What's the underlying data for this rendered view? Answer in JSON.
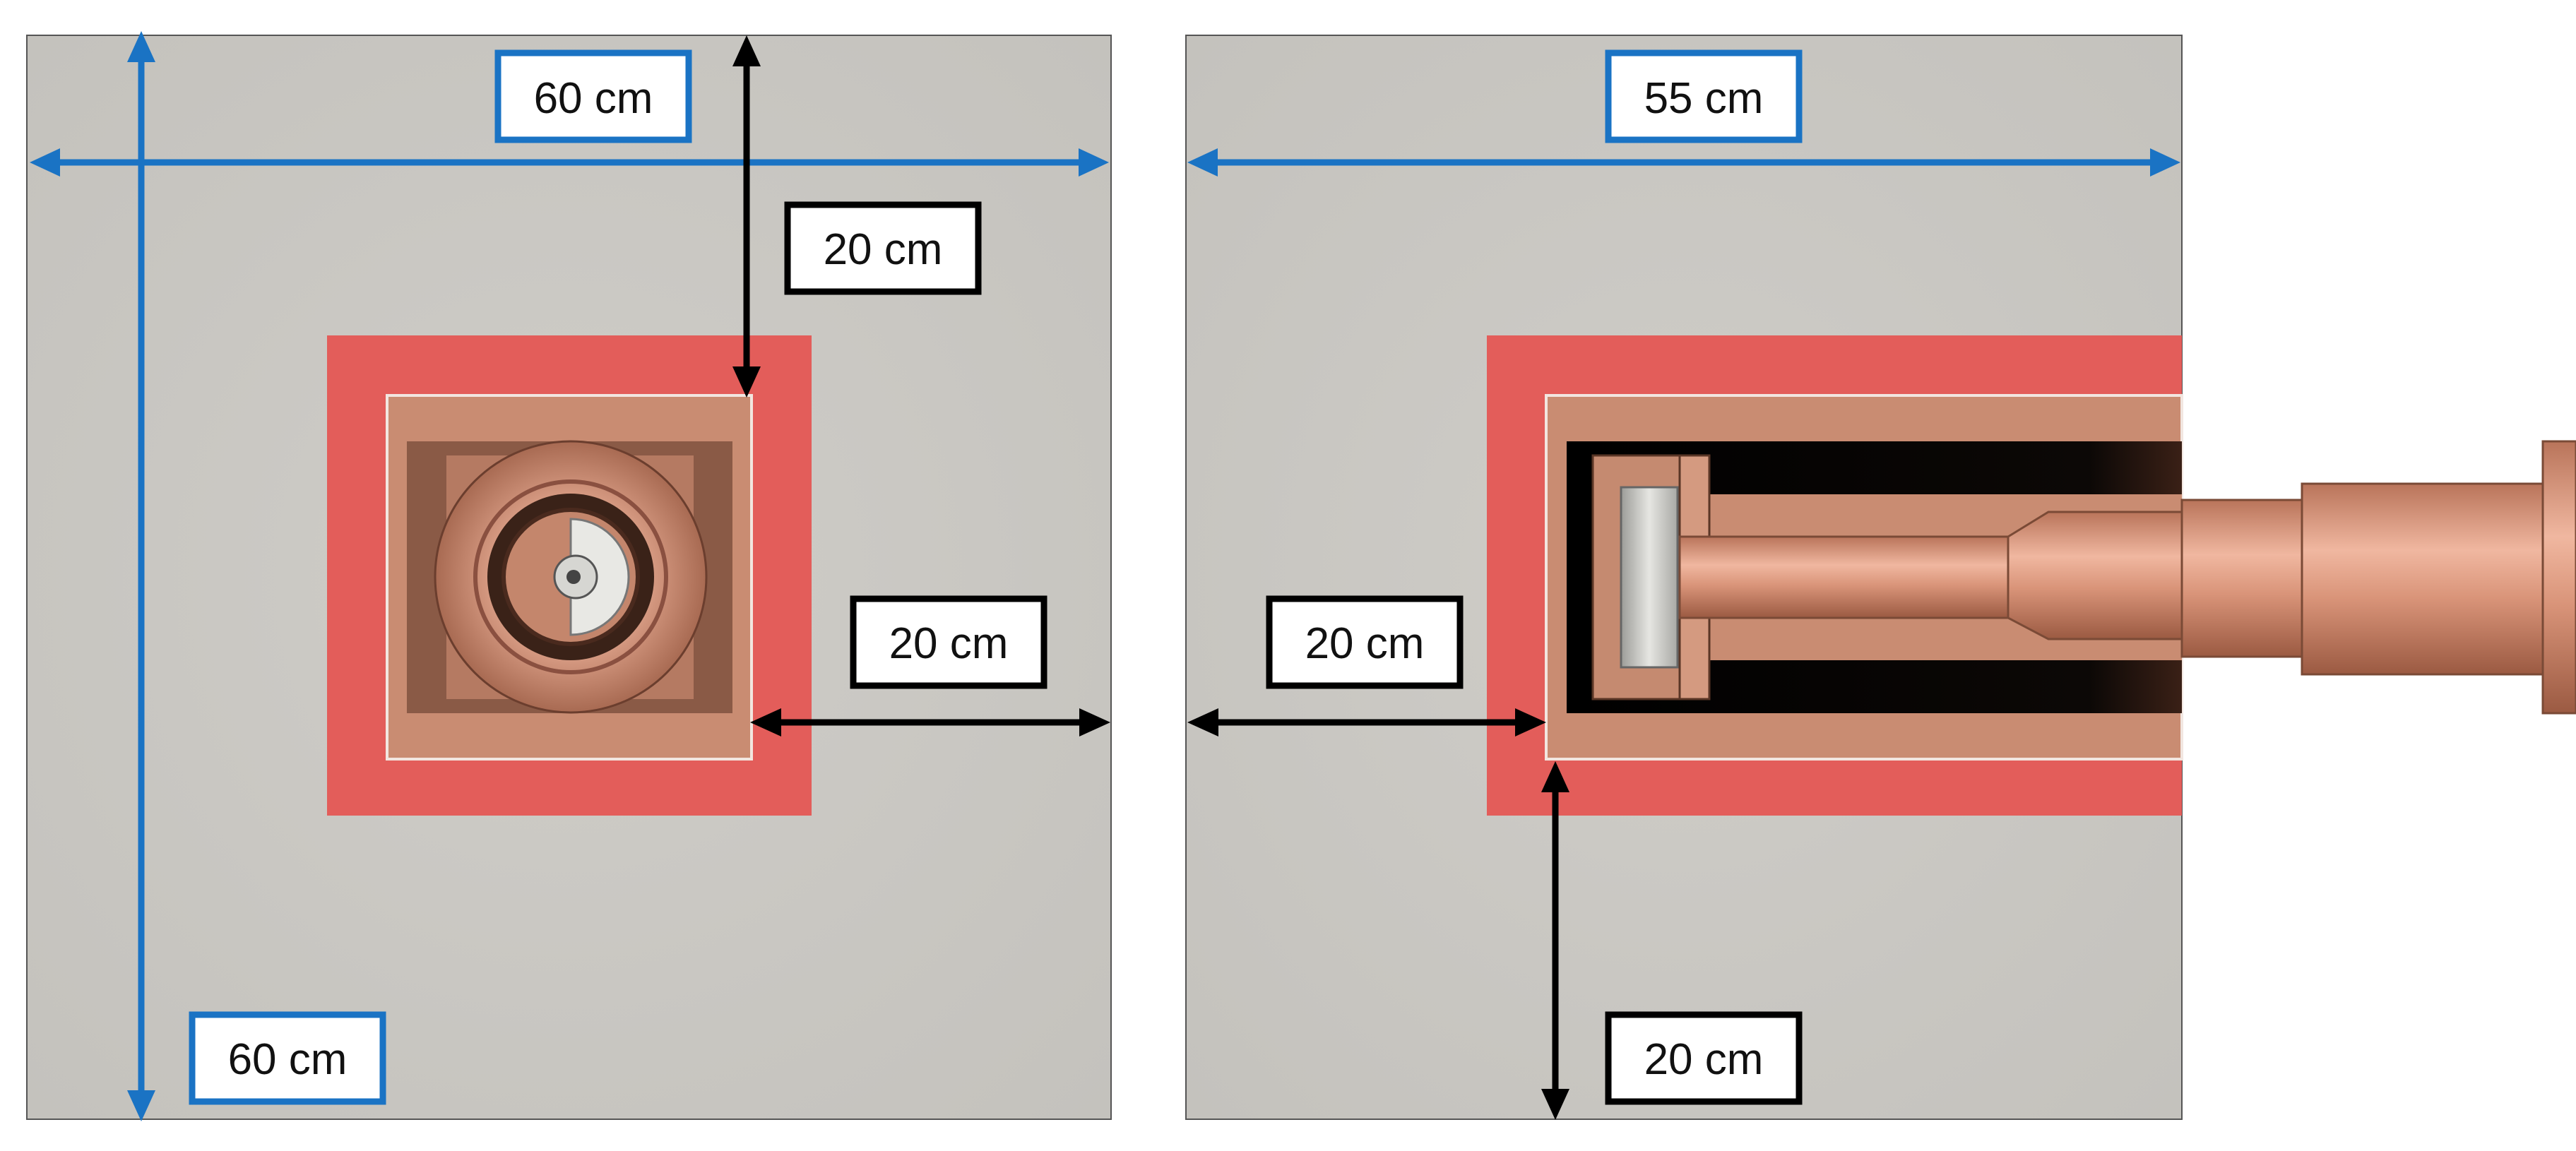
{
  "colors": {
    "concrete": "#cbc9c4",
    "shield_red": "#e35d5a",
    "copper": "#c98c72",
    "copper_dark": "#8a5a46",
    "void": "#0a0706",
    "dimension_blue": "#1a73c4",
    "dimension_black": "#000000"
  },
  "left_view": {
    "width_label": "60 cm",
    "height_label": "60 cm",
    "top_gap_label": "20 cm",
    "right_gap_label": "20 cm"
  },
  "right_view": {
    "width_label": "55 cm",
    "left_gap_label": "20 cm",
    "bottom_gap_label": "20 cm"
  }
}
